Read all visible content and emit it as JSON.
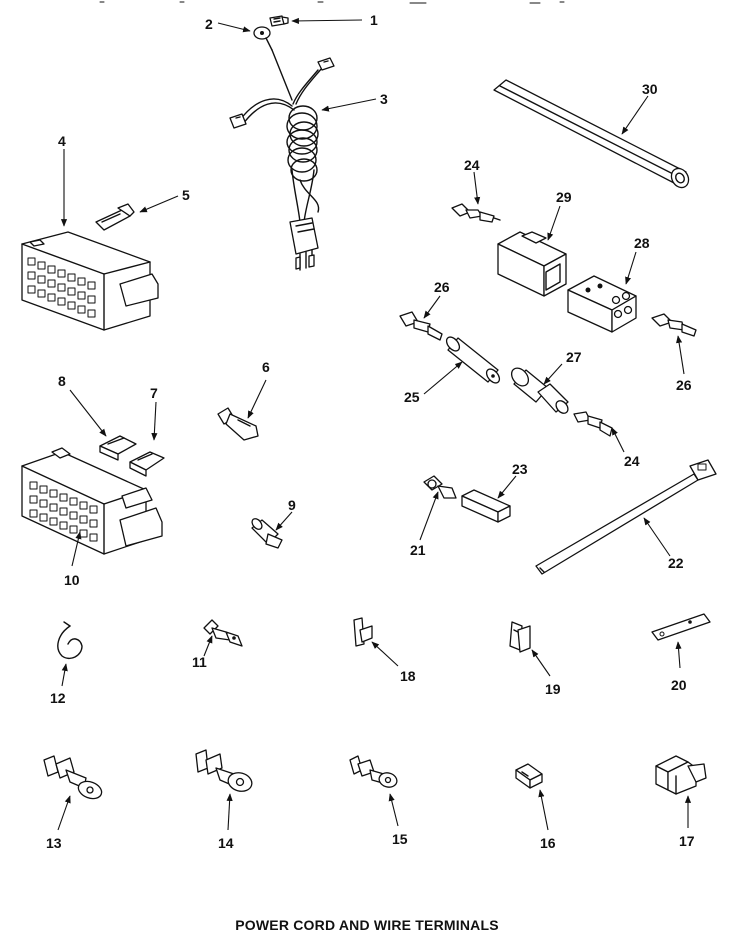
{
  "caption": "POWER CORD AND WIRE TERMINALS",
  "callouts": {
    "p1": "1",
    "p2": "2",
    "p3": "3",
    "p4": "4",
    "p5": "5",
    "p6": "6",
    "p7": "7",
    "p8": "8",
    "p9": "9",
    "p10": "10",
    "p11": "11",
    "p12": "12",
    "p13": "13",
    "p14": "14",
    "p15": "15",
    "p16": "16",
    "p17": "17",
    "p18": "18",
    "p19": "19",
    "p20": "20",
    "p21": "21",
    "p22": "22",
    "p23": "23",
    "p24a": "24",
    "p24b": "24",
    "p25": "25",
    "p26a": "26",
    "p26b": "26",
    "p27": "27",
    "p28": "28",
    "p29": "29",
    "p30": "30"
  }
}
